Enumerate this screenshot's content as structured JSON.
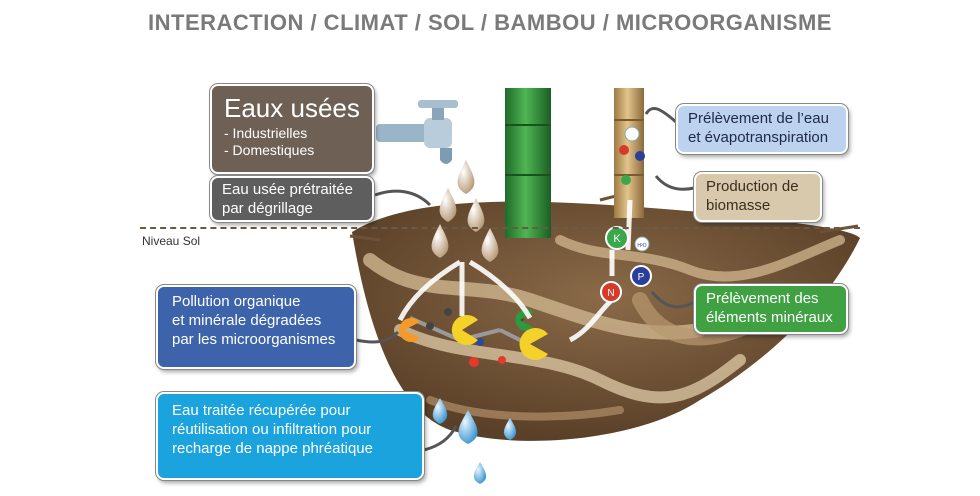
{
  "title": "INTERACTION / CLIMAT / SOL / BAMBOU / MICROORGANISME",
  "level_label": "Niveau Sol",
  "boxes": {
    "eaux_usees": {
      "title": "Eaux usées",
      "lines": [
        "- Industrielles",
        "- Domestiques"
      ],
      "color": "#6e6054"
    },
    "pretraitee": {
      "lines": [
        "Eau usée prétraitée",
        "par dégrillage"
      ],
      "color": "#5e5e5e"
    },
    "pollution": {
      "lines": [
        "Pollution organique",
        "et minérale dégradées",
        "par les microorganismes"
      ],
      "color": "#3d63aa"
    },
    "eau_traitee": {
      "lines": [
        "Eau traitée  récupérée pour",
        "réutilisation ou infiltration pour",
        "recharge de nappe phréatique"
      ],
      "color": "#1aa3dc"
    },
    "prelevement_eau": {
      "lines": [
        "Prélèvement de l’eau",
        "et évapotranspiration"
      ],
      "color": "#bcd2ee"
    },
    "biomasse": {
      "lines": [
        "Production de",
        "biomasse"
      ],
      "color": "#d8c8ac"
    },
    "mineraux": {
      "lines": [
        "Prélèvement des",
        "éléments minéraux"
      ],
      "color": "#3fa142"
    }
  },
  "molecules": {
    "k": "K",
    "p": "P",
    "n": "N",
    "h2o": "H²O"
  },
  "colors": {
    "root": "#6b5236",
    "bamboo_green": "#2f8a3a",
    "bamboo_tan": "#c8a46a",
    "drop": "#5aa8d8"
  }
}
